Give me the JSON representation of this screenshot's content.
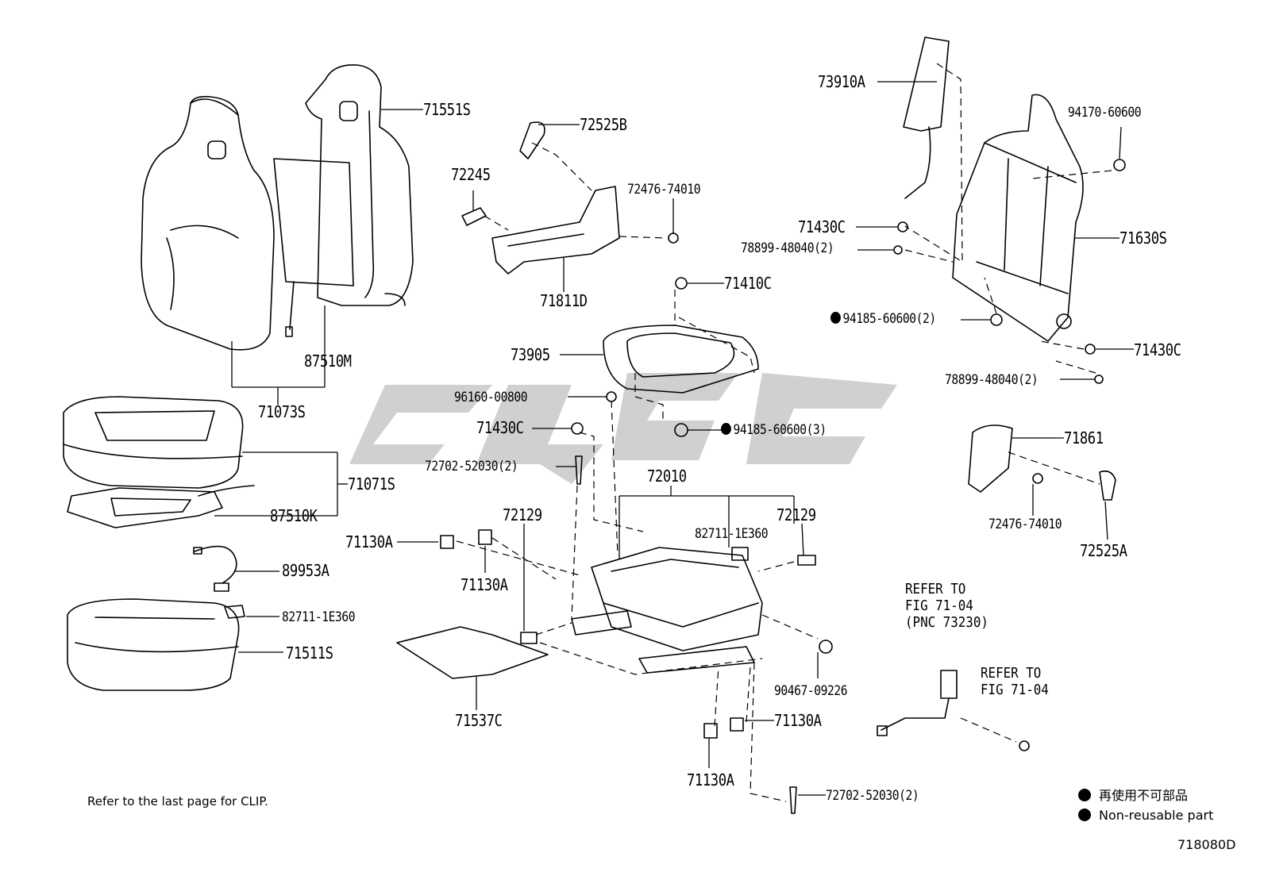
{
  "diagram_id": "718080D",
  "footnote": "Refer to the last page for CLIP.",
  "legend": {
    "marker_color": "#000000",
    "line1": "再使用不可部品",
    "line2": "Non-reusable part"
  },
  "references": {
    "ref1": "REFER TO\nFIG 71-04\n(PNC 73230)",
    "ref2": "REFER TO\nFIG 71-04"
  },
  "parts": {
    "p71551S": "71551S",
    "p72525B": "72525B",
    "p73910A": "73910A",
    "p94170_60600": "94170-60600",
    "p72245": "72245",
    "p72476_74010_top": "72476-74010",
    "p71430C_right_top": "71430C",
    "p78899_48040_top": "78899-48040(2)",
    "p71630S": "71630S",
    "p71811D": "71811D",
    "p71410C": "71410C",
    "p94185_60600_2": "94185-60600(2)",
    "p71430C_right_bottom": "71430C",
    "p73905": "73905",
    "p87510M": "87510M",
    "p78899_48040_bottom": "78899-48040(2)",
    "p71073S": "71073S",
    "p96160_00800": "96160-00800",
    "p71430C_center": "71430C",
    "p94185_60600_3": "94185-60600(3)",
    "p71861": "71861",
    "p72702_52030_top": "72702-52030(2)",
    "p71071S": "71071S",
    "p72010": "72010",
    "p72129_left": "72129",
    "p72129_right": "72129",
    "p87510K": "87510K",
    "p82711_1E360_center": "82711-1E360",
    "p72476_74010_right": "72476-74010",
    "p71130A_left": "71130A",
    "p72525A": "72525A",
    "p89953A": "89953A",
    "p71130A_below": "71130A",
    "p82711_1E360_left": "82711-1E360",
    "p71511S": "71511S",
    "p90467_09226": "90467-09226",
    "p71537C": "71537C",
    "p71130A_right": "71130A",
    "p71130A_bottom": "71130A",
    "p72702_52030_bottom": "72702-52030(2)"
  }
}
